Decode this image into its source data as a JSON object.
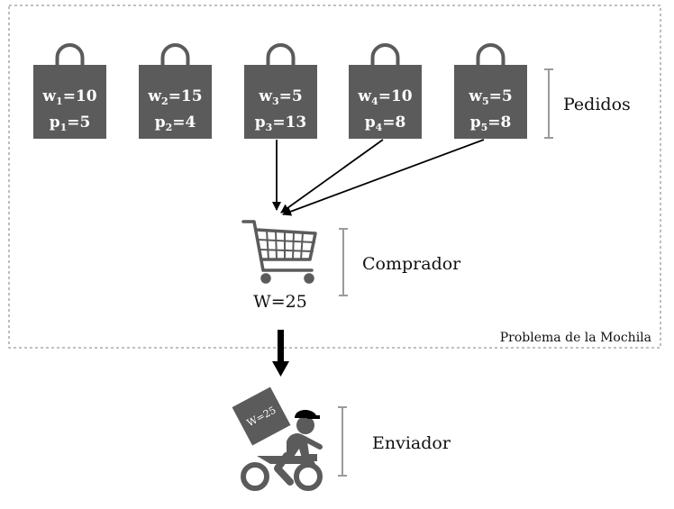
{
  "frame_label": "Problema de la Mochila",
  "orders": [
    {
      "w_sym": "w",
      "w_sub": "1",
      "w_val": "=10",
      "p_sym": "p",
      "p_sub": "1",
      "p_val": "=5"
    },
    {
      "w_sym": "w",
      "w_sub": "2",
      "w_val": "=15",
      "p_sym": "p",
      "p_sub": "2",
      "p_val": "=4"
    },
    {
      "w_sym": "w",
      "w_sub": "3",
      "w_val": "=5",
      "p_sym": "p",
      "p_sub": "3",
      "p_val": "=13"
    },
    {
      "w_sym": "w",
      "w_sub": "4",
      "w_val": "=10",
      "p_sym": "p",
      "p_sub": "4",
      "p_val": "=8"
    },
    {
      "w_sym": "w",
      "w_sub": "5",
      "w_val": "=5",
      "p_sym": "p",
      "p_sub": "5",
      "p_val": "=8"
    }
  ],
  "selected_orders": [
    3,
    4,
    5
  ],
  "orders_label": "Pedidos",
  "buyer_label": "Comprador",
  "buyer_capacity": "W=25",
  "sender_label": "Enviador",
  "package_label": "W=25",
  "colors": {
    "bag": "#5b5b5b",
    "frame": "#9a9a9a",
    "bracket": "#9a9a9a",
    "arrow": "#000000"
  },
  "icons": [
    "shopping-bag-icon",
    "shopping-cart-icon",
    "delivery-rider-icon"
  ]
}
